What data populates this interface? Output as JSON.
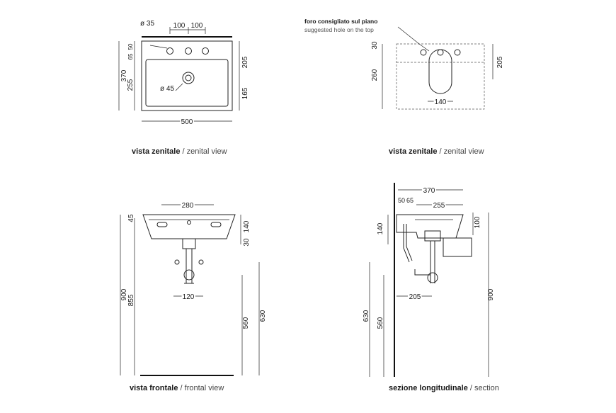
{
  "views": {
    "top_left": {
      "caption_bold": "vista zenitale",
      "caption_rest": " / zenital view",
      "dims": {
        "d35": "ø 35",
        "d100a": "100",
        "d100b": "100",
        "d65": "65",
        "d50": "50",
        "d370": "370",
        "d255": "255",
        "d205": "205",
        "d165": "165",
        "d45": "ø 45",
        "d500": "500"
      }
    },
    "top_right": {
      "caption_bold": "vista zenitale",
      "caption_rest": " / zenital view",
      "note_it": "foro consigliato sul piano",
      "note_en": "suggested hole on the top",
      "dims": {
        "d30": "30",
        "d260": "260",
        "d205": "205",
        "d140": "140"
      }
    },
    "bottom_left": {
      "caption_bold": "vista frontale",
      "caption_rest": " / frontal view",
      "dims": {
        "d280": "280",
        "d45": "45",
        "d140": "140",
        "d30": "30",
        "d900": "900",
        "d855": "855",
        "d560": "560",
        "d630": "630",
        "d120": "120"
      }
    },
    "bottom_right": {
      "caption_bold": "sezione longitudinale",
      "caption_rest": " / section",
      "dims": {
        "d370": "370",
        "d50": "50",
        "d65": "65",
        "d255": "255",
        "d140": "140",
        "d100": "100",
        "d900": "900",
        "d630": "630",
        "d560": "560",
        "d205": "205"
      }
    }
  }
}
